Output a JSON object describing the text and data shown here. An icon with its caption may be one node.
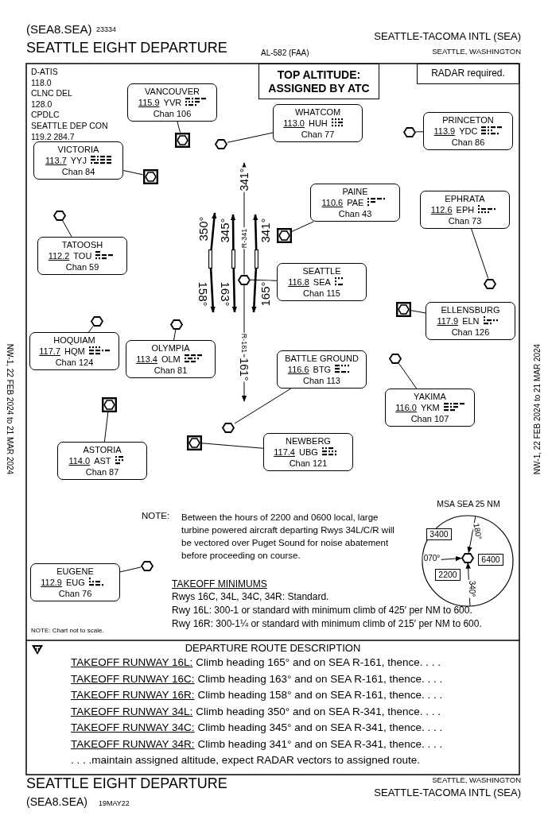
{
  "diagram": {
    "title": "SEATTLE EIGHT DEPARTURE",
    "nodes": [
      {
        "text": [
          "TOP ALTITUDE: ASSIGNED BY ATC"
        ]
      },
      {
        "text": [
          "RADAR required."
        ]
      },
      {
        "text": [
          "VANCOUVER",
          "115.9",
          "YVR",
          "Chan 106"
        ]
      },
      {
        "text": [],
        "shape": "square"
      },
      {
        "text": [
          "WHATCOM",
          "113.0",
          "HUH",
          "Chan 77"
        ]
      },
      {
        "text": [],
        "shape": "hexagon"
      },
      {
        "text": [
          "PRINCETON",
          "113.9",
          "YDC",
          "Chan 86"
        ]
      },
      {
        "text": [],
        "shape": "hexagon"
      },
      {
        "text": [
          "VICTORIA",
          "113.7",
          "YYJ",
          "Chan 84"
        ]
      },
      {
        "text": [],
        "shape": "square"
      },
      {
        "text": [
          "PAINE",
          "110.6",
          "PAE",
          "Chan 43"
        ]
      },
      {
        "text": [],
        "shape": "square"
      },
      {
        "text": [
          "EPHRATA",
          "112.6",
          "EPH",
          "Chan 73"
        ]
      },
      {
        "text": [],
        "shape": "hexagon"
      },
      {
        "text": [
          "TATOOSH",
          "112.2",
          "TOU",
          "Chan 59"
        ]
      },
      {
        "text": [],
        "shape": "hexagon"
      },
      {
        "text": [],
        "shape": "bar"
      },
      {
        "text": [],
        "shape": "bar"
      },
      {
        "text": [],
        "shape": "bar"
      },
      {
        "text": [],
        "shape": "hexagon"
      },
      {
        "text": [
          "SEATTLE",
          "116.8",
          "SEA",
          "Chan 115"
        ]
      },
      {
        "text": [
          "ELLENSBURG",
          "117.9",
          "ELN",
          "Chan 126"
        ]
      },
      {
        "text": [],
        "shape": "square"
      },
      {
        "text": [
          "HOQUIAM",
          "117.7",
          "HQM",
          "Chan 124"
        ]
      },
      {
        "text": [],
        "shape": "hexagon"
      },
      {
        "text": [
          "OLYMPIA",
          "113.4",
          "OLM",
          "Chan 81"
        ]
      },
      {
        "text": [],
        "shape": "hexagon"
      },
      {
        "text": [
          "BATTLE GROUND",
          "116.6",
          "BTG",
          "Chan 113"
        ]
      },
      {
        "text": [],
        "shape": "hexagon"
      },
      {
        "text": [
          "YAKIMA",
          "116.0",
          "YKM",
          "Chan 107"
        ]
      },
      {
        "text": [],
        "shape": "hexagon"
      },
      {
        "text": [
          "ASTORIA",
          "114.0",
          "AST",
          "Chan 87"
        ]
      },
      {
        "text": [],
        "shape": "square"
      },
      {
        "text": [
          "NEWBERG",
          "117.4",
          "UBG",
          "Chan 121"
        ]
      },
      {
        "text": [],
        "shape": "square"
      },
      {
        "text": [
          "EUGENE",
          "112.9",
          "EUG",
          "Chan 76"
        ]
      },
      {
        "text": [],
        "shape": "hexagon"
      },
      {
        "text": [
          "MSA SEA 25 NM"
        ]
      },
      {
        "text": [
          "3400"
        ],
        "in": 37
      },
      {
        "text": [
          "6400"
        ],
        "in": 37
      },
      {
        "text": [
          "2200"
        ],
        "in": 37
      },
      {
        "text": [],
        "shape": "hexagon",
        "in": 37
      }
    ],
    "edges": [
      {
        "from": 2,
        "to": 3,
        "arrow": "none"
      },
      {
        "from": 4,
        "to": 5,
        "arrow": "none"
      },
      {
        "from": 6,
        "to": 7,
        "arrow": "none"
      },
      {
        "from": 8,
        "to": 9,
        "arrow": "none"
      },
      {
        "from": 10,
        "to": 11,
        "arrow": "none"
      },
      {
        "from": 12,
        "to": 13,
        "arrow": "none"
      },
      {
        "from": 14,
        "to": 15,
        "arrow": "none"
      },
      {
        "from": 20,
        "to": 19,
        "arrow": "none"
      },
      {
        "from": 21,
        "to": 22,
        "arrow": "none"
      },
      {
        "from": 23,
        "to": 24,
        "arrow": "none"
      },
      {
        "from": 25,
        "to": 26,
        "arrow": "none"
      },
      {
        "from": 27,
        "to": 28,
        "arrow": "none"
      },
      {
        "from": 29,
        "to": 30,
        "arrow": "none"
      },
      {
        "from": 31,
        "to": 32,
        "arrow": "none"
      },
      {
        "from": 33,
        "to": 34,
        "arrow": "none"
      },
      {
        "from": 35,
        "to": 36,
        "arrow": "none"
      },
      {
        "from": 16,
        "to": null,
        "arrow": "to",
        "label": "350°",
        "style": "thick"
      },
      {
        "from": 17,
        "to": null,
        "arrow": "to",
        "label": "345°",
        "style": "thick"
      },
      {
        "from": 18,
        "to": null,
        "arrow": "to",
        "label": "341°",
        "style": "thick"
      },
      {
        "from": 16,
        "to": null,
        "arrow": "to",
        "label": "158°",
        "style": "thick"
      },
      {
        "from": 17,
        "to": null,
        "arrow": "to",
        "label": "163°",
        "style": "thick"
      },
      {
        "from": 18,
        "to": null,
        "arrow": "to",
        "label": "165°",
        "style": "thick"
      },
      {
        "from": 19,
        "to": null,
        "arrow": "to",
        "label": "341°"
      },
      {
        "from": 19,
        "to": null,
        "arrow": "to",
        "label": "161°"
      },
      {
        "from": 37,
        "to": 41,
        "arrow": "to",
        "label": "180°"
      },
      {
        "from": 37,
        "to": 41,
        "arrow": "to",
        "label": "070°"
      },
      {
        "from": 37,
        "to": 41,
        "arrow": "to",
        "label": "340°"
      }
    ],
    "labels": [
      "(SEA8.SEA)",
      "23334",
      "SEATTLE-TACOMA INTL (SEA)",
      "AL-582 (FAA)",
      "SEATTLE, WASHINGTON",
      "D-ATIS",
      "118.0",
      "CLNC DEL",
      "128.0",
      "CPDLC",
      "SEATTLE DEP CON",
      "119.2 284.7",
      "R-341",
      "R-161",
      "NW-1, 22 FEB 2024 to 21 MAR 2024",
      "NW-1, 22 FEB 2024 to 21 MAR 2024",
      "NOTE:",
      "Between the hours of 2200 and 0600 local, large turbine powered aircraft departing Rwys 34L/C/R will be vectored over Puget Sound for noise abatement before proceeding on course.",
      "TAKEOFF MINIMUMS",
      "Rwys 16C, 34L, 34C, 34R: Standard.",
      "Rwy 16L: 300-1 or standard with minimum climb of 425′ per NM to 600.",
      "Rwy 16R: 300-1¼ or standard with minimum climb of 215′ per NM to 600.",
      "NOTE: Chart not to scale.",
      "DEPARTURE ROUTE DESCRIPTION",
      "TAKEOFF RUNWAY 16L:",
      "Climb heading 165° and on SEA R-161, thence. . . .",
      "TAKEOFF RUNWAY 16C:",
      "Climb heading 163° and on SEA R-161, thence. . . .",
      "TAKEOFF RUNWAY 16R:",
      "Climb heading 158° and on SEA R-161, thence. . . .",
      "TAKEOFF RUNWAY 34L:",
      "Climb heading 350° and on SEA R-341, thence. . . .",
      "TAKEOFF RUNWAY 34C:",
      "Climb heading 345° and on SEA R-341, thence. . . .",
      "TAKEOFF RUNWAY 34R:",
      "Climb heading 341° and on SEA R-341, thence. . . .",
      ". . . .maintain assigned altitude, expect RADAR vectors to assigned route.",
      "SEATTLE EIGHT DEPARTURE",
      "(SEA8.SEA)",
      "19MAY22",
      "SEATTLE, WASHINGTON",
      "SEATTLE-TACOMA INTL (SEA)"
    ]
  }
}
